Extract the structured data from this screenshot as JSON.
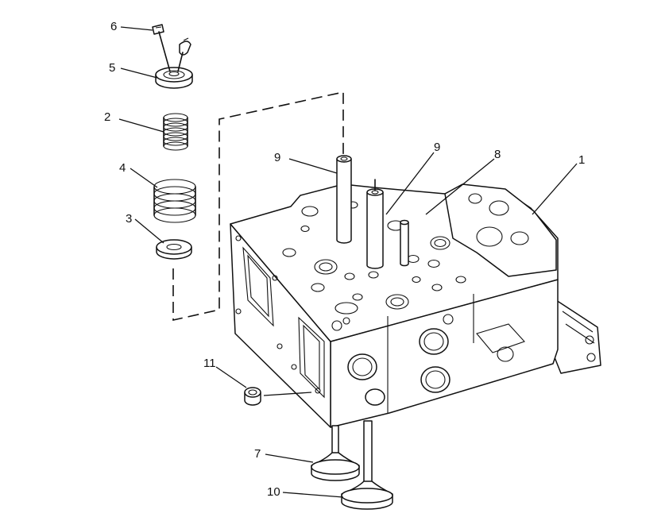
{
  "callouts": [
    {
      "id": "c6",
      "label": "6",
      "part": "valve-keeper"
    },
    {
      "id": "c5",
      "label": "5",
      "part": "spring-retainer"
    },
    {
      "id": "c2",
      "label": "2",
      "part": "inner-valve-spring"
    },
    {
      "id": "c4",
      "label": "4",
      "part": "outer-valve-spring"
    },
    {
      "id": "c3",
      "label": "3",
      "part": "spring-seat-washer"
    },
    {
      "id": "c9a",
      "label": "9",
      "part": "valve-guide"
    },
    {
      "id": "c9b",
      "label": "9",
      "part": "valve-guide"
    },
    {
      "id": "c8",
      "label": "8",
      "part": "dowel-pin"
    },
    {
      "id": "c1",
      "label": "1",
      "part": "cylinder-head"
    },
    {
      "id": "c11",
      "label": "11",
      "part": "plug"
    },
    {
      "id": "c7",
      "label": "7",
      "part": "valve"
    },
    {
      "id": "c10",
      "label": "10",
      "part": "valve"
    }
  ],
  "colors": {
    "line": "#111111",
    "background": "#ffffff"
  }
}
